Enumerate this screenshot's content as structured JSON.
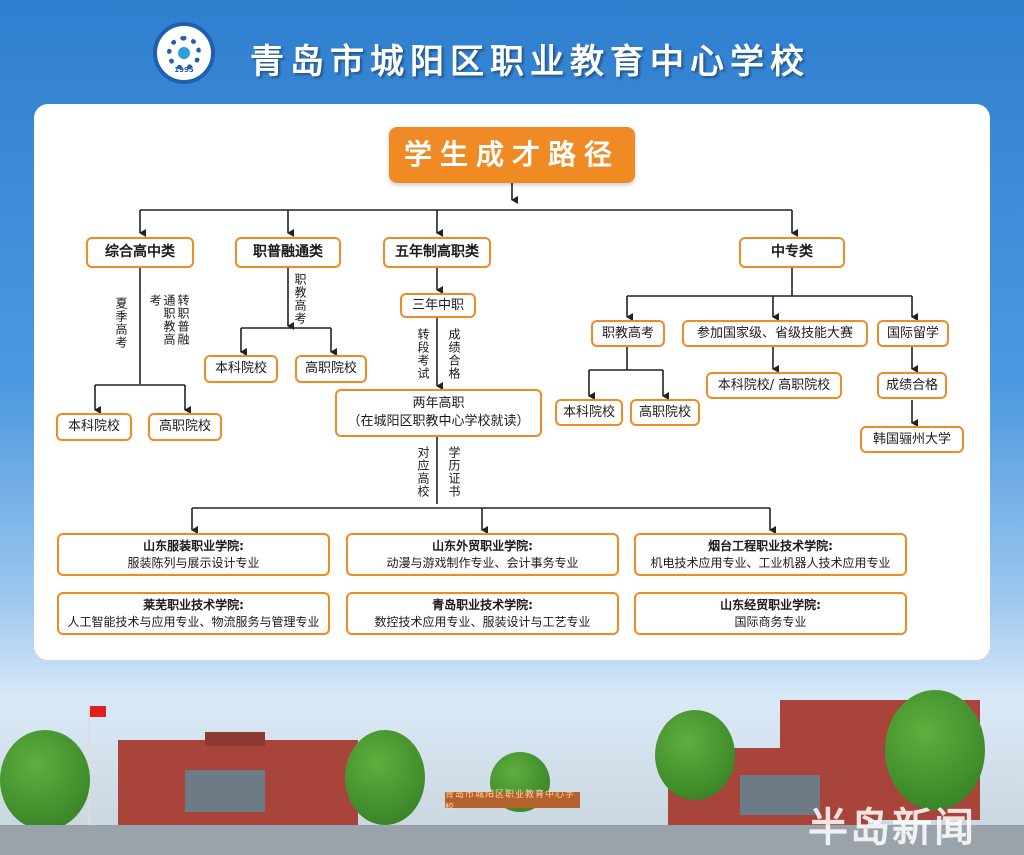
{
  "header": {
    "school_name": "青岛市城阳区职业教育中心学校",
    "logo_year": "1995"
  },
  "diagram": {
    "root": "学生成才路径",
    "categories": {
      "comprehensive": "综合高中类",
      "vocational_general": "职普融通类",
      "five_year": "五年制高职类",
      "secondary": "中专类"
    },
    "comprehensive_branch": {
      "left_label": "夏季高考",
      "right_label": "转职普融通职教高考",
      "targets": [
        "本科院校",
        "高职院校"
      ]
    },
    "vocational_general_branch": {
      "label": "职教高考",
      "targets": [
        "本科院校",
        "高职院校"
      ]
    },
    "five_year_branch": {
      "first_stage": "三年中职",
      "left_label": "转段考试",
      "right_label": "成绩合格",
      "second_stage_line1": "两年高职",
      "second_stage_line2": "（在城阳区职教中心学校就读）",
      "bottom_left_label": "对应高校",
      "bottom_right_label": "学历证书"
    },
    "secondary_branch": {
      "exam": "职教高考",
      "exam_targets": [
        "本科院校",
        "高职院校"
      ],
      "competition": "参加国家级、省级技能大赛",
      "competition_target": "本科院校/ 高职院校",
      "abroad": "国际留学",
      "abroad_pass": "成绩合格",
      "abroad_target": "韩国骊州大学"
    },
    "colleges": [
      {
        "name": "山东服装职业学院:",
        "majors": "服装陈列与展示设计专业"
      },
      {
        "name": "山东外贸职业学院:",
        "majors": "动漫与游戏制作专业、会计事务专业"
      },
      {
        "name": "烟台工程职业技术学院:",
        "majors": "机电技术应用专业、工业机器人技术应用专业"
      },
      {
        "name": "莱芜职业技术学院:",
        "majors": "人工智能技术与应用专业、物流服务与管理专业"
      },
      {
        "name": "青岛职业技术学院:",
        "majors": "数控技术应用专业、服装设计与工艺专业"
      },
      {
        "name": "山东经贸职业学院:",
        "majors": "国际商务专业"
      }
    ]
  },
  "scene": {
    "gate_sign": "青岛市城阳区职业教育中心学校"
  },
  "watermark": "半岛新闻",
  "colors": {
    "accent_orange": "#f08a24",
    "title_white": "#ffffff",
    "sky_blue": "#2f7fd0"
  }
}
